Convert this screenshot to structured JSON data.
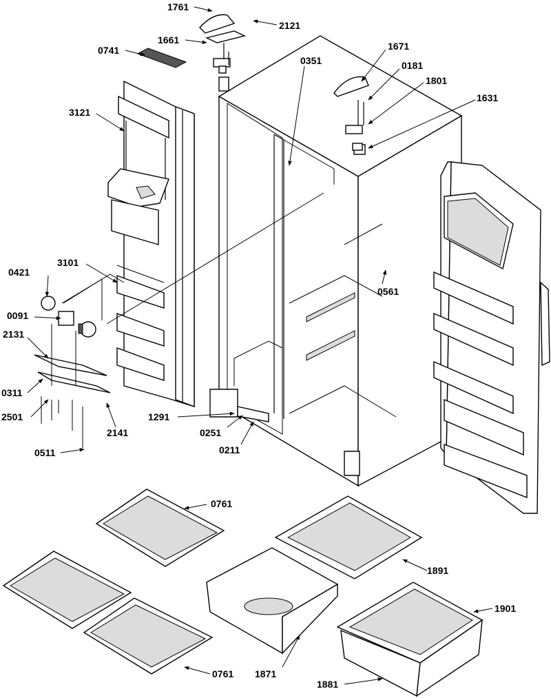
{
  "parts": {
    "p1761": "1761",
    "p2121": "2121",
    "p1661": "1661",
    "p0741": "0741",
    "p1671": "1671",
    "p0351": "0351",
    "p0181": "0181",
    "p1801": "1801",
    "p1631": "1631",
    "p3121": "3121",
    "p0421": "0421",
    "p3101": "3101",
    "p0561": "0561",
    "p0091": "0091",
    "p2131": "2131",
    "p0311": "0311",
    "p2501": "2501",
    "p2141": "2141",
    "p1291": "1291",
    "p0251": "0251",
    "p0211": "0211",
    "p0511": "0511",
    "p0761a": "0761",
    "p1891": "1891",
    "p1901": "1901",
    "p0761b": "0761",
    "p1871": "1871",
    "p1881": "1881"
  }
}
